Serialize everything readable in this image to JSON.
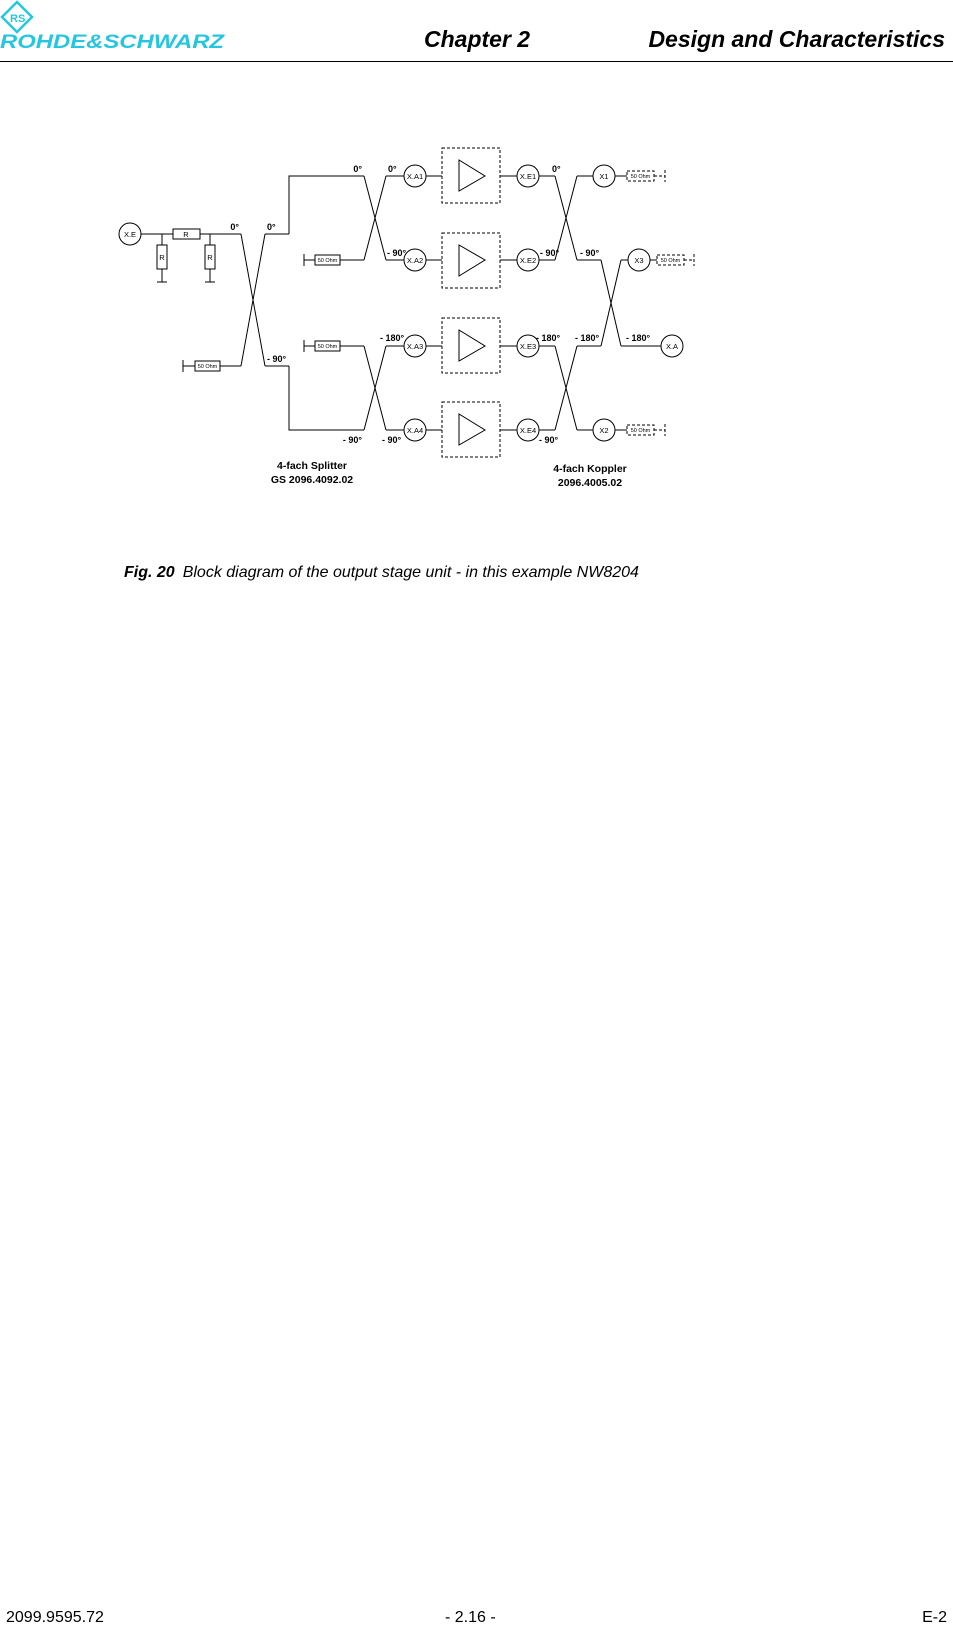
{
  "header": {
    "logo_text": "ROHDE&SCHWARZ",
    "chapter": "Chapter 2",
    "section": "Design and Characteristics"
  },
  "diagram": {
    "ports": {
      "input": "X.E",
      "output": "X.A",
      "amp_in": [
        "X.A1",
        "X.A2",
        "X.A3",
        "X.A4"
      ],
      "amp_out": [
        "X.E1",
        "X.E2",
        "X.E3",
        "X.E4"
      ],
      "x1": "X1",
      "x3": "X3",
      "x2": "X2"
    },
    "resistor": "R",
    "load": "50 Ohm",
    "phases": {
      "p0": "0°",
      "p90": "- 90°",
      "p180": "- 180°"
    },
    "splitter_label": [
      "4-fach Splitter",
      "GS 2096.4092.02"
    ],
    "coupler_label": [
      "4-fach Koppler",
      "2096.4005.02"
    ]
  },
  "caption": {
    "number": "Fig. 20",
    "text": "Block diagram of the output stage unit - in this example NW8204"
  },
  "footer": {
    "left": "2099.9595.72",
    "center": "- 2.16 -",
    "right": "E-2"
  }
}
